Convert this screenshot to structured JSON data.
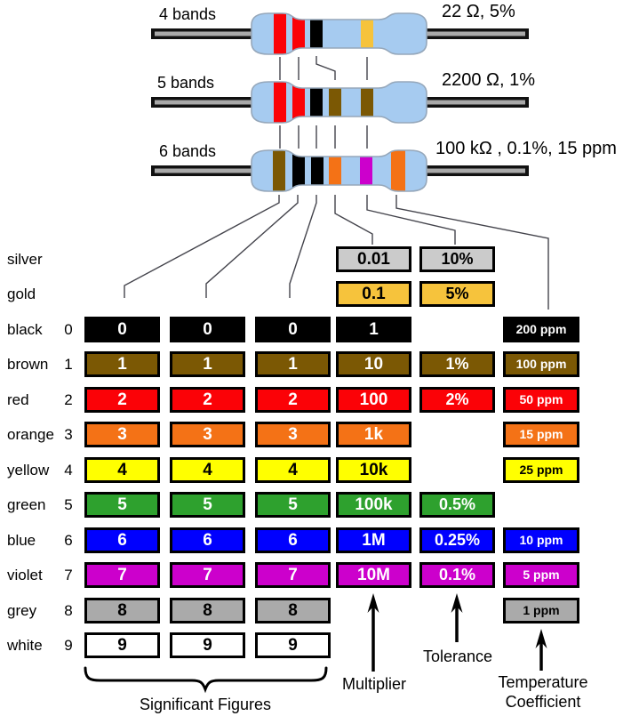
{
  "resistors": [
    {
      "label": "4 bands",
      "value": "22 Ω, 5%",
      "bands": [
        "red",
        "red",
        "black",
        "gold"
      ]
    },
    {
      "label": "5 bands",
      "value": "2200 Ω, 1%",
      "bands": [
        "red",
        "red",
        "black",
        "brown",
        "brown"
      ]
    },
    {
      "label": "6 bands",
      "value": "100 kΩ , 0.1%, 15 ppm",
      "bands": [
        "brown",
        "black",
        "black",
        "orange",
        "violet",
        "orange"
      ]
    }
  ],
  "colors": {
    "silver": "#cbcbcb",
    "gold": "#f6c33c",
    "black": "#000000",
    "brown": "#7b5804",
    "red": "#fb0207",
    "orange": "#f47216",
    "yellow": "#ffff00",
    "green": "#2ea12e",
    "blue": "#0000fe",
    "violet": "#cc00cc",
    "grey": "#aaaaaa",
    "white": "#ffffff",
    "body_blue": "#a6cbf0",
    "body_stroke": "#95a7ba",
    "lead_grey": "#a9a9a9"
  },
  "table": {
    "rows": [
      {
        "name": "silver",
        "digit": "",
        "sig": null,
        "mult": "0.01",
        "tol": "10%",
        "temp": null,
        "text": "#000000"
      },
      {
        "name": "gold",
        "digit": "",
        "sig": null,
        "mult": "0.1",
        "tol": "5%",
        "temp": null,
        "text": "#000000"
      },
      {
        "name": "black",
        "digit": "0",
        "sig": "0",
        "mult": "1",
        "tol": null,
        "temp": "200 ppm",
        "text": "#ffffff"
      },
      {
        "name": "brown",
        "digit": "1",
        "sig": "1",
        "mult": "10",
        "tol": "1%",
        "temp": "100 ppm",
        "text": "#ffffff"
      },
      {
        "name": "red",
        "digit": "2",
        "sig": "2",
        "mult": "100",
        "tol": "2%",
        "temp": "50 ppm",
        "text": "#ffffff"
      },
      {
        "name": "orange",
        "digit": "3",
        "sig": "3",
        "mult": "1k",
        "tol": null,
        "temp": "15 ppm",
        "text": "#ffffff"
      },
      {
        "name": "yellow",
        "digit": "4",
        "sig": "4",
        "mult": "10k",
        "tol": null,
        "temp": "25 ppm",
        "text": "#000000"
      },
      {
        "name": "green",
        "digit": "5",
        "sig": "5",
        "mult": "100k",
        "tol": "0.5%",
        "temp": null,
        "text": "#ffffff"
      },
      {
        "name": "blue",
        "digit": "6",
        "sig": "6",
        "mult": "1M",
        "tol": "0.25%",
        "temp": "10 ppm",
        "text": "#ffffff"
      },
      {
        "name": "violet",
        "digit": "7",
        "sig": "7",
        "mult": "10M",
        "tol": "0.1%",
        "temp": "5 ppm",
        "text": "#ffffff"
      },
      {
        "name": "grey",
        "digit": "8",
        "sig": "8",
        "mult": null,
        "tol": null,
        "temp": "1 ppm",
        "text": "#000000"
      },
      {
        "name": "white",
        "digit": "9",
        "sig": "9",
        "mult": null,
        "tol": null,
        "temp": null,
        "text": "#000000"
      }
    ]
  },
  "footer": {
    "significant_figures": "Significant Figures",
    "multiplier": "Multiplier",
    "tolerance": "Tolerance",
    "tempco_line1": "Temperature",
    "tempco_line2": "Coefficient"
  }
}
